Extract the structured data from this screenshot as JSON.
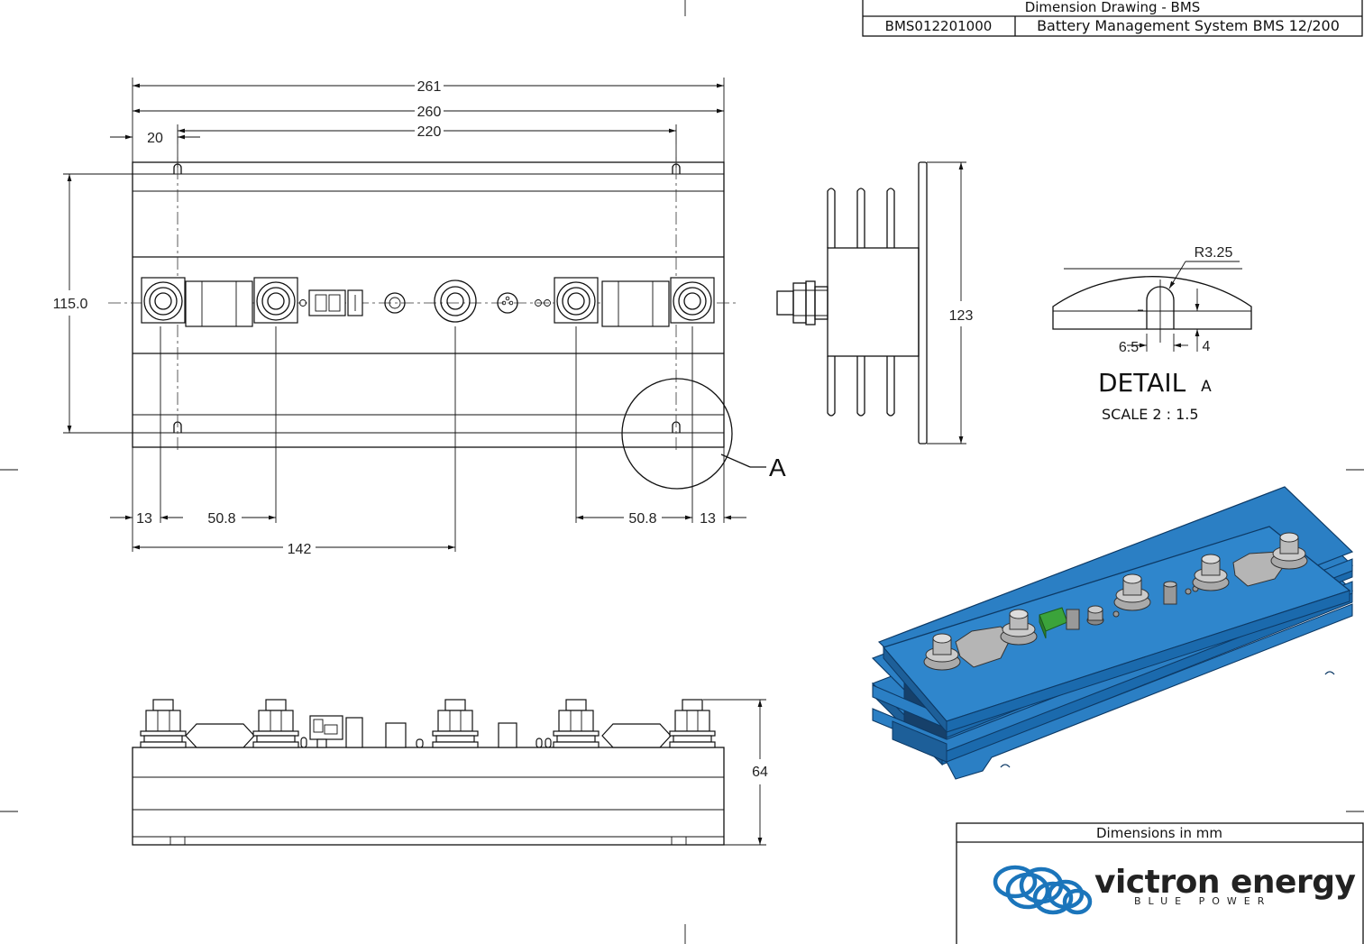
{
  "title_block": {
    "title": "Dimension Drawing - BMS",
    "part_number": "BMS012201000",
    "description": "Battery Management System BMS 12/200"
  },
  "footer": {
    "units_note": "Dimensions in mm",
    "brand_name": "victron energy",
    "brand_tagline": "BLUE POWER"
  },
  "colors": {
    "brand_blue": "#1b75bb",
    "body_blue": "#2b7fc4",
    "connector_green": "#3ba33b"
  },
  "top_view": {
    "dim_overall_261": "261",
    "dim_plate_260": "260",
    "dim_slot_pitch_220": "220",
    "dim_slot_offset_20": "20",
    "dim_height_115": "115.0",
    "dim_edge_13_left": "13",
    "dim_terminal_pitch_left": "50.8",
    "dim_terminal_pitch_right": "50.8",
    "dim_edge_13_right": "13",
    "dim_center_142": "142",
    "detail_callout": "A"
  },
  "side_view": {
    "dim_height_123": "123"
  },
  "front_view": {
    "dim_height_64": "64"
  },
  "detail_view": {
    "radius": "R3.25",
    "width": "6.5",
    "depth": "4",
    "title": "DETAIL",
    "title_letter": "A",
    "scale": "SCALE 2 : 1.5"
  }
}
